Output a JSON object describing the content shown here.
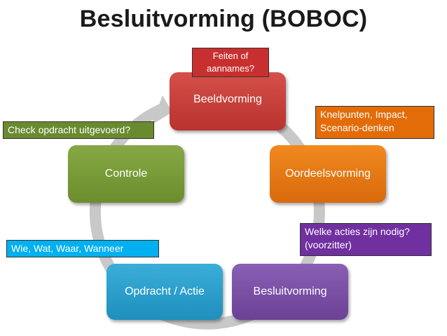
{
  "title": "Besluitvorming (BOBOC)",
  "nodes": {
    "beeldvorming": "Beeldvorming",
    "oordeelsvorming": "Oordeelsvorming",
    "besluitvorming": "Besluitvorming",
    "opdracht": "Opdracht / Actie",
    "controle": "Controle"
  },
  "notes": {
    "feiten": "Feiten of\naannames?",
    "knelpunten": "Knelpunten, Impact,\nScenario-denken",
    "check": "Check opdracht uitgevoerd?",
    "welke": "Welke acties zijn nodig?\n(voorzitter)",
    "wie": "Wie, Wat, Waar, Wanneer"
  },
  "colors": {
    "arrow": "#c8c8c8",
    "beeldvorming": "#c0392b",
    "oordeelsvorming": "#e36c09",
    "besluitvorming": "#7030a0",
    "opdracht": "#00b0f0",
    "controle": "#76933c"
  }
}
